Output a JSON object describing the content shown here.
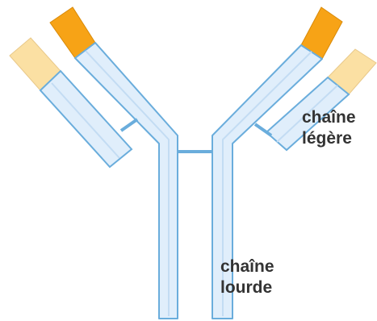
{
  "labels": {
    "light_chain": [
      "chaîne",
      "légère"
    ],
    "heavy_chain": [
      "chaîne",
      "lourde"
    ]
  },
  "colors": {
    "chain_fill": "#e0eefb",
    "chain_stroke": "#6aaddc",
    "chain_inner": "#c3dcf3",
    "variable_heavy": "#f7a316",
    "variable_light": "#fbe0a3",
    "disulfide_bond": "#6aaddc",
    "text": "#333333"
  },
  "structure": {
    "antibody_parts": [
      "heavy-chain-left",
      "heavy-chain-right",
      "light-chain-left",
      "light-chain-right"
    ],
    "disulfide_bonds": 3
  }
}
